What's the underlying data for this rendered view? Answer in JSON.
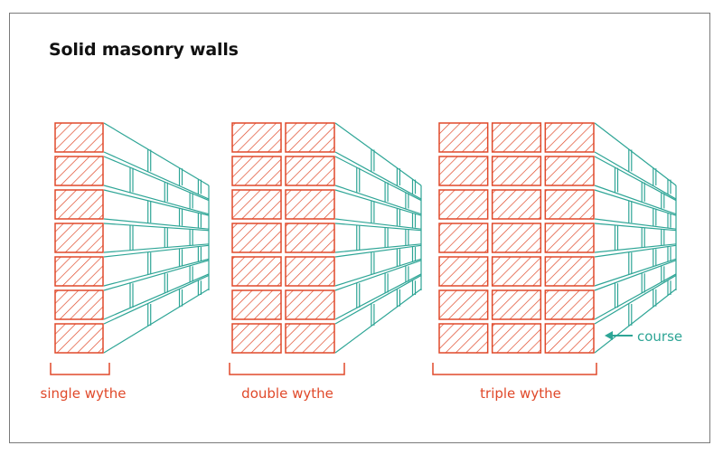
{
  "title": "Solid masonry walls",
  "colors": {
    "brick_stroke": "#e0492a",
    "hatch": "#e0492a",
    "wall_side": "#2ea596",
    "label_red": "#e0492a",
    "label_teal": "#2ea596",
    "frame": "#7a7a7a",
    "title": "#111111"
  },
  "walls": [
    {
      "id": "single",
      "label": "single wythe",
      "wythes": 1,
      "courses": 7
    },
    {
      "id": "double",
      "label": "double wythe",
      "wythes": 2,
      "courses": 7
    },
    {
      "id": "triple",
      "label": "triple wythe",
      "wythes": 3,
      "courses": 7
    }
  ],
  "callout": {
    "label": "course",
    "icon": "arrow-left-icon"
  }
}
